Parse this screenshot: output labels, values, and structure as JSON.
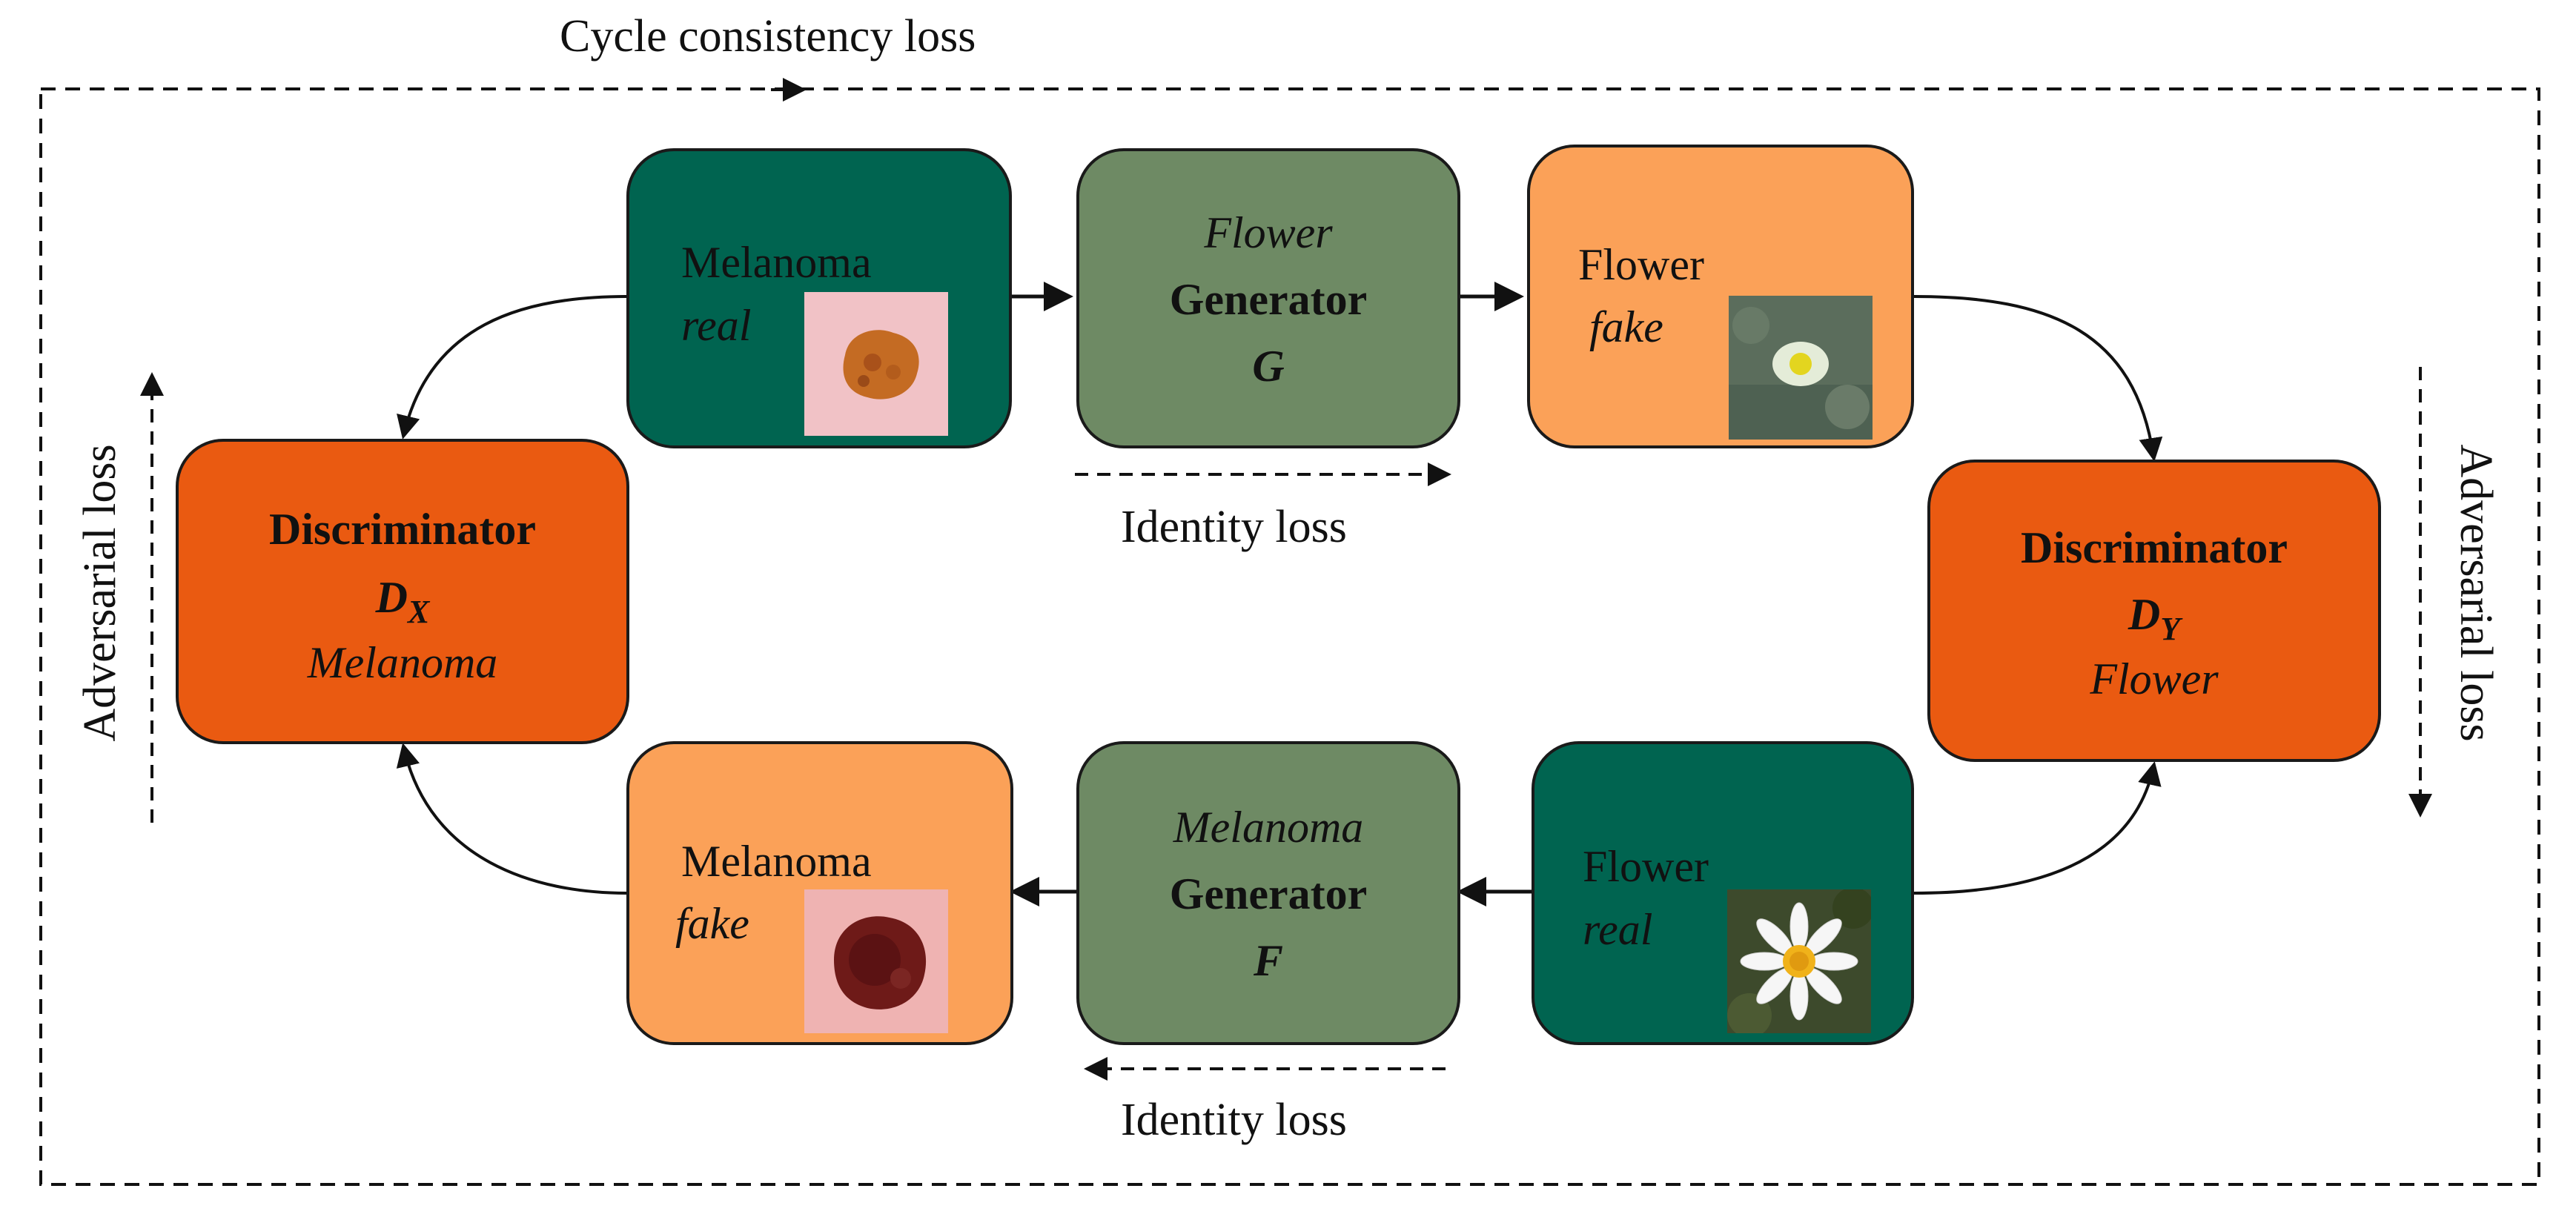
{
  "labels": {
    "cycle_consistency": "Cycle consistency loss",
    "identity_top": "Identity loss",
    "identity_bottom": "Identity loss",
    "adversarial_left": "Adversarial loss",
    "adversarial_right": "Adversarial loss"
  },
  "boxes": {
    "melanoma_real": {
      "title": "Melanoma",
      "subtitle": "real"
    },
    "generator_g": {
      "domain": "Flower",
      "title": "Generator",
      "symbol": "G"
    },
    "flower_fake": {
      "title": "Flower",
      "subtitle": "fake"
    },
    "discriminator_dx": {
      "title": "Discriminator",
      "symbol": "D",
      "symbol_sub": "X",
      "domain": "Melanoma"
    },
    "discriminator_dy": {
      "title": "Discriminator",
      "symbol": "D",
      "symbol_sub": "Y",
      "domain": "Flower"
    },
    "melanoma_fake": {
      "title": "Melanoma",
      "subtitle": "fake"
    },
    "generator_f": {
      "domain": "Melanoma",
      "title": "Generator",
      "symbol": "F"
    },
    "flower_real": {
      "title": "Flower",
      "subtitle": "real"
    }
  },
  "images": {
    "melanoma_real": "melanoma lesion photo",
    "flower_fake": "generated daisy photo",
    "melanoma_fake": "generated melanoma lesion photo",
    "flower_real": "daisy photo"
  },
  "colors": {
    "real_box": "#006450",
    "generator_box": "#6e8a64",
    "fake_box": "#fba158",
    "discriminator_box": "#ea5a11"
  }
}
